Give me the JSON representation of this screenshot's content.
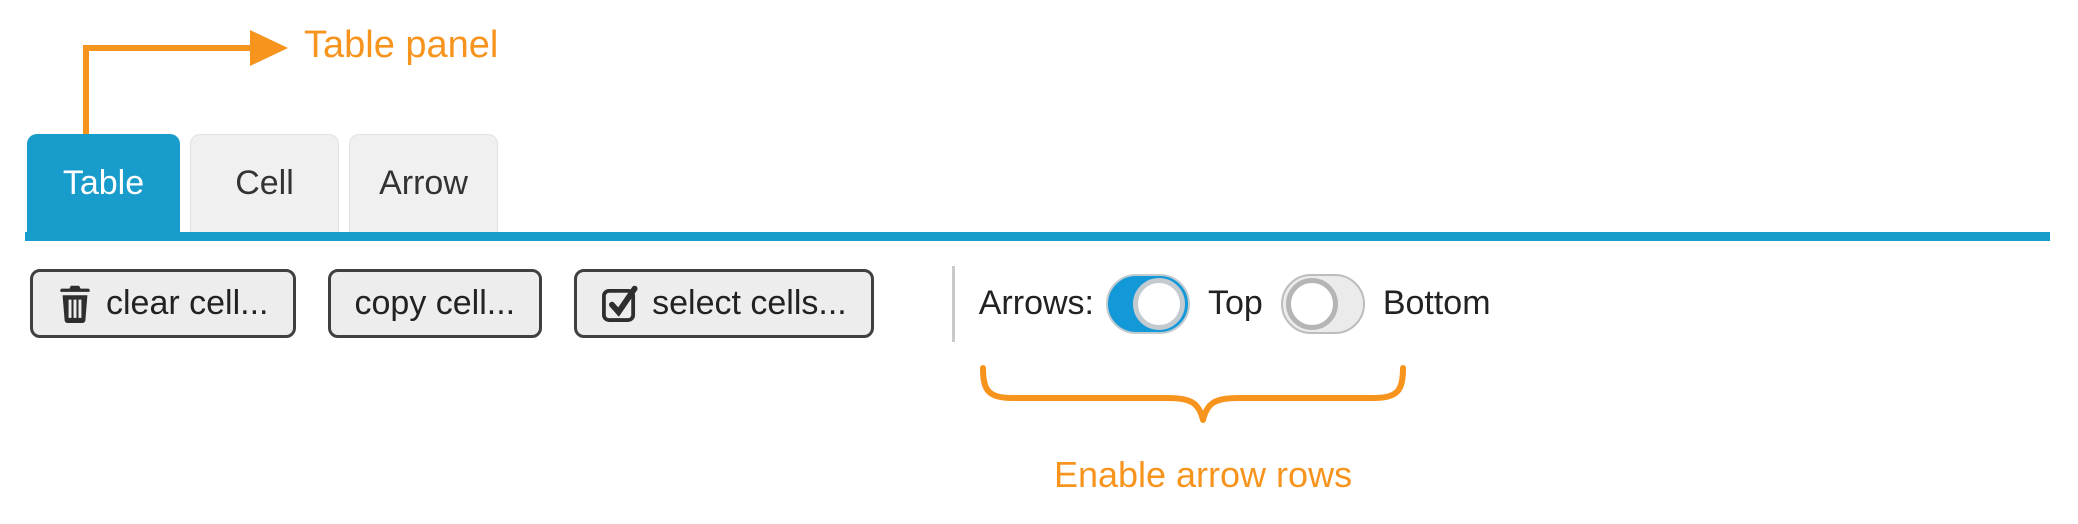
{
  "colors": {
    "accent": "#f7941e",
    "tabBlue": "#189ccb",
    "toggleBlue": "#1399d8"
  },
  "annotations": {
    "table_panel_label": "Table panel",
    "enable_arrows_label": "Enable arrow rows"
  },
  "tabs": {
    "items": [
      {
        "label": "Table",
        "active": true
      },
      {
        "label": "Cell",
        "active": false
      },
      {
        "label": "Arrow",
        "active": false
      }
    ]
  },
  "toolbar": {
    "buttons": [
      {
        "icon": "trash-icon",
        "label": "clear cell..."
      },
      {
        "icon": "none",
        "label": "copy cell..."
      },
      {
        "icon": "checkbox-icon",
        "label": "select cells..."
      }
    ],
    "arrows_label": "Arrows:",
    "toggles": [
      {
        "label": "Top",
        "on": true
      },
      {
        "label": "Bottom",
        "on": false
      }
    ]
  }
}
